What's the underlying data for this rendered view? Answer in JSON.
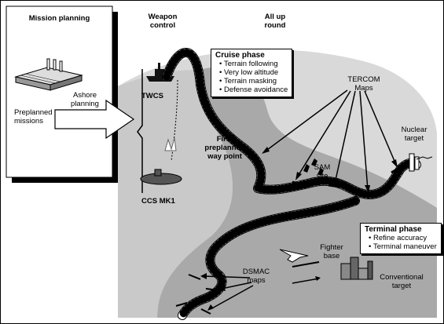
{
  "column_headers": {
    "mission_planning": "Mission planning",
    "weapon_control": "Weapon control",
    "all_up_round": "All up round"
  },
  "labels": {
    "ashore_planning": "Ashore planning",
    "preplanned_missions": "Preplanned missions",
    "twcs": "TWCS",
    "ccs_mk1": "CCS MK1",
    "first_waypoint": "First preplanned way point",
    "tercom_maps": "TERCOM Maps",
    "nuclear_target": "Nuclear target",
    "sam_site": "SAM site",
    "fighter_base": "Fighter base",
    "dsmac_maps": "DSMAC maps",
    "conventional_target": "Conventional target"
  },
  "cruise_phase": {
    "title": "Cruise phase",
    "items": [
      "Terrain following",
      "Very low altitude",
      "Terrain masking",
      "Defense avoidance"
    ]
  },
  "terminal_phase": {
    "title": "Terminal phase",
    "items": [
      "Refine accuracy",
      "Terminal maneuver"
    ]
  },
  "icons": [
    "ship-icon",
    "submarine-icon",
    "computer-stack-icon",
    "sam-launcher-icon",
    "fighter-jet-icon",
    "building-icon"
  ],
  "colors": {
    "land": "#a9a9a9",
    "sea": "#d9d9d9",
    "missile_path": "#ffffff"
  }
}
